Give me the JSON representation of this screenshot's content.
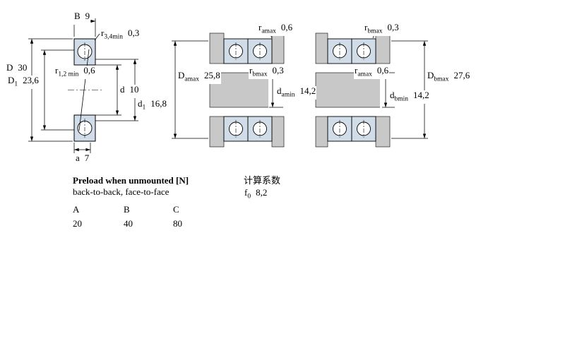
{
  "colors": {
    "bearing_fill": "#d0dde9",
    "steel_gray": "#c8c8c8",
    "line": "#000000"
  },
  "figures": {
    "single": {
      "dims": {
        "B": {
          "base": "B",
          "sub": "",
          "value": "9"
        },
        "r34": {
          "base": "r",
          "sub": "3,4min",
          "value": "0,3"
        },
        "D": {
          "base": "D",
          "sub": "",
          "value": "30"
        },
        "r12": {
          "base": "r",
          "sub": "1,2 min",
          "value": "0,6"
        },
        "D1": {
          "base": "D",
          "sub": "1",
          "value": "23,6"
        },
        "d": {
          "base": "d",
          "sub": "",
          "value": "10"
        },
        "d1": {
          "base": "d",
          "sub": "1",
          "value": "16,8"
        },
        "a": {
          "base": "a",
          "sub": "",
          "value": "7"
        }
      }
    },
    "pair_a": {
      "dims": {
        "r_amax": {
          "base": "r",
          "sub": "amax",
          "value": "0,6"
        },
        "r_bmax": {
          "base": "r",
          "sub": "bmax",
          "value": "0,3"
        },
        "D_amax": {
          "base": "D",
          "sub": "amax",
          "value": "25,8"
        },
        "d_amin": {
          "base": "d",
          "sub": "amin",
          "value": "14,2"
        }
      }
    },
    "pair_b": {
      "dims": {
        "r_bmax": {
          "base": "r",
          "sub": "bmax",
          "value": "0,3"
        },
        "r_amax": {
          "base": "r",
          "sub": "amax",
          "value": "0,6"
        },
        "D_bmax": {
          "base": "D",
          "sub": "bmax",
          "value": "27,6"
        },
        "d_bmin": {
          "base": "d",
          "sub": "bmin",
          "value": "14,2"
        }
      }
    }
  },
  "preload": {
    "title": "Preload when unmounted [N]",
    "subtitle": "back-to-back, face-to-face",
    "columns": [
      "A",
      "B",
      "C"
    ],
    "values": [
      "20",
      "40",
      "80"
    ]
  },
  "calc": {
    "label": "计算系数",
    "f0": {
      "base": "f",
      "sub": "0",
      "value": "8,2"
    }
  }
}
